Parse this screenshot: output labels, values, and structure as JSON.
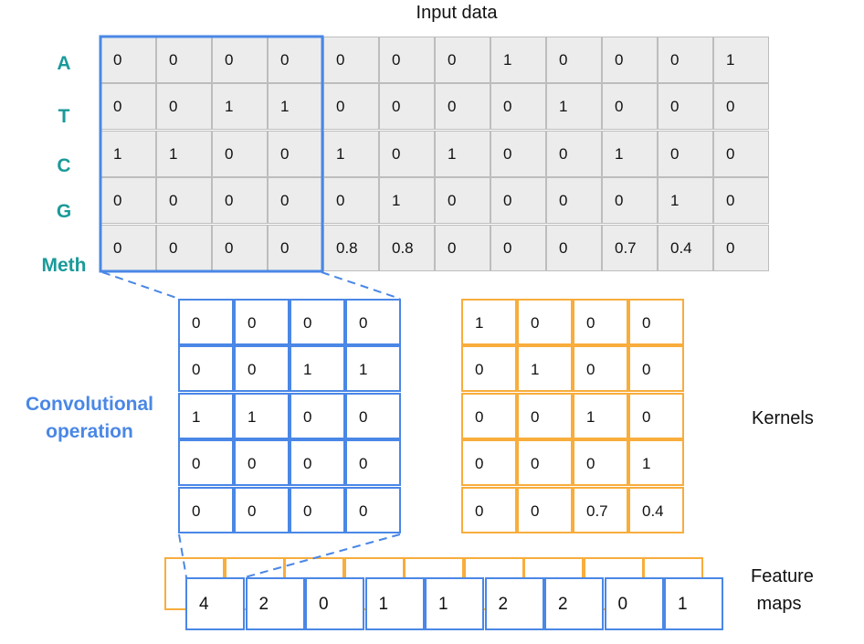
{
  "title": "Input data",
  "row_labels": [
    "A",
    "T",
    "C",
    "G",
    "Meth"
  ],
  "input_grid": [
    [
      "0",
      "0",
      "0",
      "0",
      "0",
      "0",
      "0",
      "1",
      "0",
      "0",
      "0",
      "1"
    ],
    [
      "0",
      "0",
      "1",
      "1",
      "0",
      "0",
      "0",
      "0",
      "1",
      "0",
      "0",
      "0"
    ],
    [
      "1",
      "1",
      "0",
      "0",
      "1",
      "0",
      "1",
      "0",
      "0",
      "1",
      "0",
      "0"
    ],
    [
      "0",
      "0",
      "0",
      "0",
      "0",
      "1",
      "0",
      "0",
      "0",
      "0",
      "1",
      "0"
    ],
    [
      "0",
      "0",
      "0",
      "0",
      "0.8",
      "0.8",
      "0",
      "0",
      "0",
      "0.7",
      "0.4",
      "0"
    ]
  ],
  "window_grid": [
    [
      "0",
      "0",
      "0",
      "0"
    ],
    [
      "0",
      "0",
      "1",
      "1"
    ],
    [
      "1",
      "1",
      "0",
      "0"
    ],
    [
      "0",
      "0",
      "0",
      "0"
    ],
    [
      "0",
      "0",
      "0",
      "0"
    ]
  ],
  "kernel_grid": [
    [
      "1",
      "0",
      "0",
      "0"
    ],
    [
      "0",
      "1",
      "0",
      "0"
    ],
    [
      "0",
      "0",
      "1",
      "0"
    ],
    [
      "0",
      "0",
      "0",
      "1"
    ],
    [
      "0",
      "0",
      "0.7",
      "0.4"
    ]
  ],
  "feature_map": [
    "4",
    "2",
    "0",
    "1",
    "1",
    "2",
    "2",
    "0",
    "1"
  ],
  "labels": {
    "conv_line1": "Convolutional",
    "conv_line2": "operation",
    "kernels": "Kernels",
    "feature_line1": "Feature",
    "feature_line2": "maps"
  },
  "colors": {
    "teal": "#1a9a9a",
    "blue": "#4a87e6",
    "orange": "#f8ad3c",
    "input_fill": "#ececec"
  }
}
